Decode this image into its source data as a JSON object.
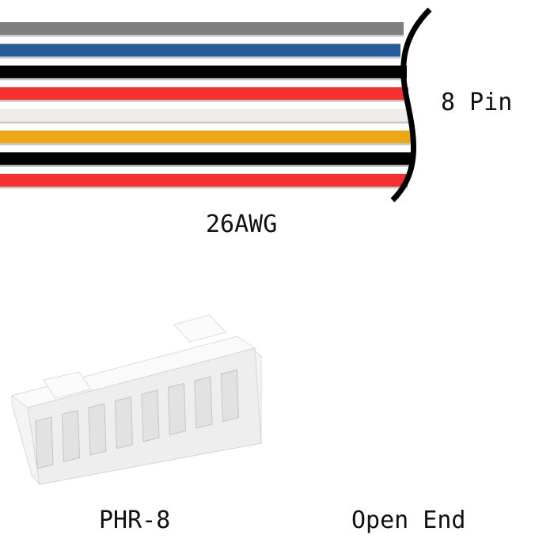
{
  "wires": {
    "colors": [
      "#7f7f7f",
      "#255a9b",
      "#000000",
      "#f53030",
      "#eeedeb",
      "#eba714",
      "#000000",
      "#f53030"
    ]
  },
  "labels": {
    "pin_count": "8 Pin",
    "gauge": "26AWG",
    "connector": "PHR-8",
    "other_end": "Open End"
  },
  "connector": {
    "pins": 8,
    "color": "#f3f3f3"
  }
}
